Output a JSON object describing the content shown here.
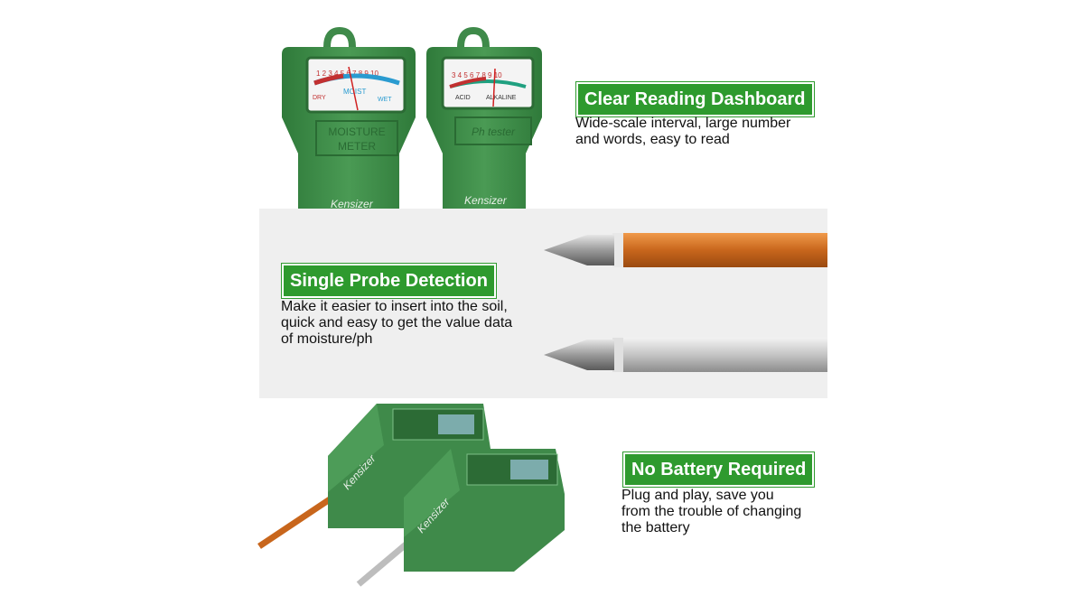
{
  "colors": {
    "badge_green": "#2e9a2e",
    "device_green": "#3f8a4a",
    "copper_probe": "#d0782a",
    "steel_probe": "#c8c8c8",
    "band_gray": "#efefef"
  },
  "section_top": {
    "title": "Clear Reading Dashboard",
    "desc_lines": [
      "Wide-scale interval, large number",
      "and words, easy to read"
    ]
  },
  "section_middle": {
    "title": "Single Probe Detection",
    "desc_lines": [
      "Make it easier to insert into the soil,",
      "quick and easy to get the value data",
      "of moisture/ph"
    ]
  },
  "section_bottom": {
    "title": "No Battery Required",
    "desc_lines": [
      "Plug and play, save you",
      "from the trouble of changing",
      "the battery"
    ]
  },
  "moisture_meter": {
    "scale": "1 2 3 4 5 6 7 8 9 10",
    "dry": "DRY",
    "moist": "MOIST",
    "wet": "WET",
    "plate_line1": "MOISTURE",
    "plate_line2": "METER",
    "brand": "Kensizer"
  },
  "ph_tester": {
    "scale": "3 4 5 6 7 8 9 10",
    "acid": "ACID",
    "alkaline": "ALKALINE",
    "plate": "Ph tester",
    "brand": "Kensizer"
  },
  "bottom_devices": {
    "brand_left": "Kensizer",
    "brand_right": "Kensizer"
  }
}
